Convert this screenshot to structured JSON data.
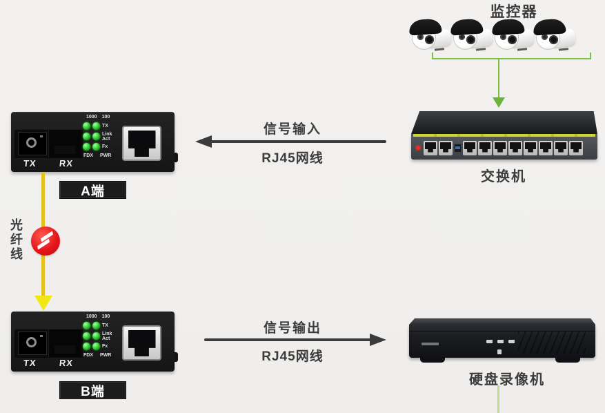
{
  "colors": {
    "background": "#f0efec",
    "diagram_green": "#7cc142",
    "pale_green": "#b9dc8f",
    "fiber_yellow": "#e2c31b",
    "fiber_yellow_bright": "#f2e713",
    "alert_red": "#e6151b",
    "arrow_gray": "#3b3b3b",
    "text_gray": "#3c3c3c",
    "led_green": "#39d439",
    "switch_stripe_yellow": "#ccd42e"
  },
  "icons": {
    "camera_icon": "bullet surveillance camera (x4)",
    "fiber_cut_icon": "red circle with double white slash",
    "down_arrow_icon": "green triangle",
    "left_arrow_icon": "dark left arrow",
    "right_arrow_icon": "dark right arrow"
  },
  "cameras": {
    "label": "监控器",
    "count": 4
  },
  "switch": {
    "label": "交换机"
  },
  "converter_panel": {
    "speed_1000": "1000",
    "speed_100": "100",
    "led_label_tx": "TX",
    "led_label_link": "Link",
    "led_label_act": "Act",
    "led_label_fx": "Fx",
    "foot_fdx": "FDX",
    "foot_pwr": "PWR",
    "port_tx": "TX",
    "port_rx": "RX"
  },
  "converter_a": {
    "label": "A端"
  },
  "converter_b": {
    "label": "B端"
  },
  "fiber_link": {
    "label_char_1": "光",
    "label_char_2": "纤",
    "label_char_3": "线"
  },
  "link_input": {
    "title": "信号输入",
    "cable": "RJ45网线"
  },
  "link_output": {
    "title": "信号输出",
    "cable": "RJ45网线"
  },
  "dvr": {
    "label": "硬盘录像机"
  }
}
